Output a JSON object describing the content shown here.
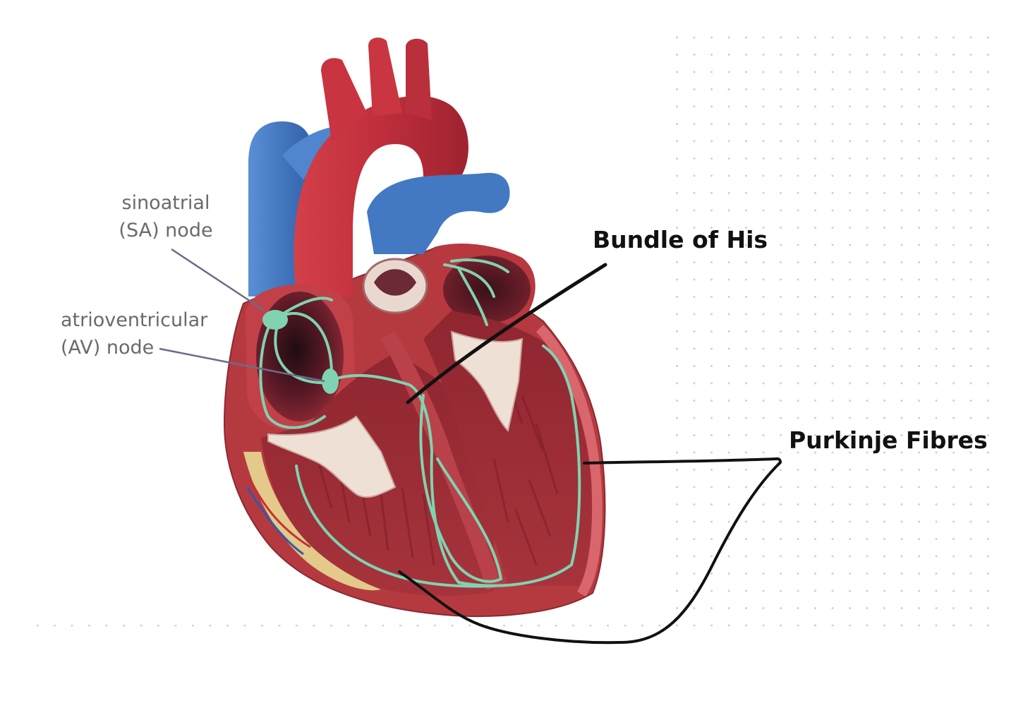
{
  "labels": {
    "sa_line1": "sinoatrial",
    "sa_line2": "(SA) node",
    "av_line1": "atrioventricular",
    "av_line2": "(AV) node",
    "bundle": "Bundle of His",
    "purkinje": "Purkinje Fibres"
  },
  "colors": {
    "label_gray": "#6a6a6a",
    "pointer_gray": "#6b6b8a",
    "handwritten_black": "#111111",
    "conduction_green": "#7fd3b0",
    "myocardium_red": "#a8323a",
    "aorta_red": "#c4333f",
    "vein_blue": "#3f73bd",
    "valve_cream": "#efe0d6",
    "fat_yellow": "#e3c98a",
    "dot_grid": "#cfcfcf"
  }
}
